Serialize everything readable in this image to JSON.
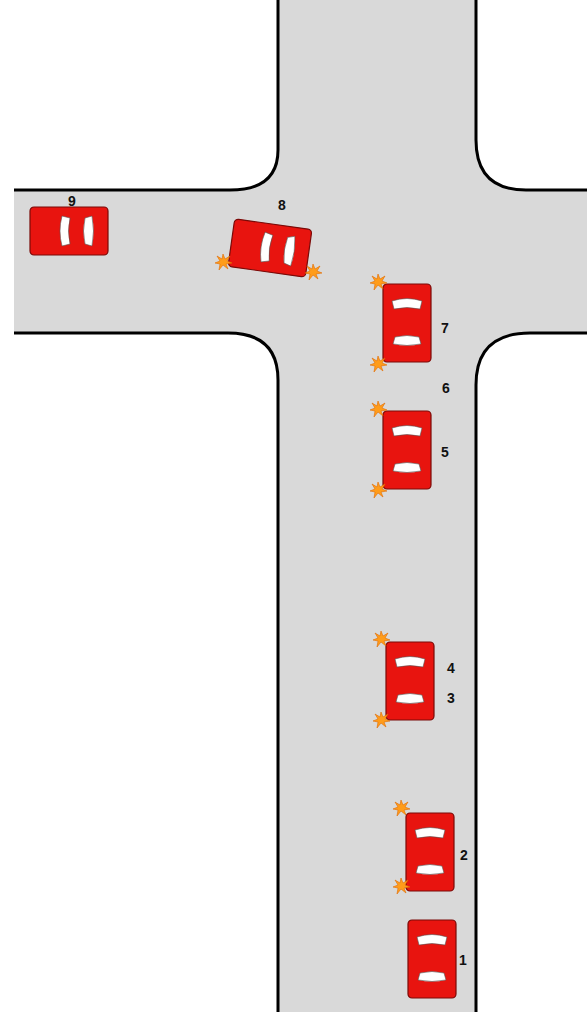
{
  "diagram": {
    "labels": [
      "9",
      "8",
      "7",
      "6",
      "5",
      "4",
      "3",
      "2",
      "1"
    ]
  }
}
